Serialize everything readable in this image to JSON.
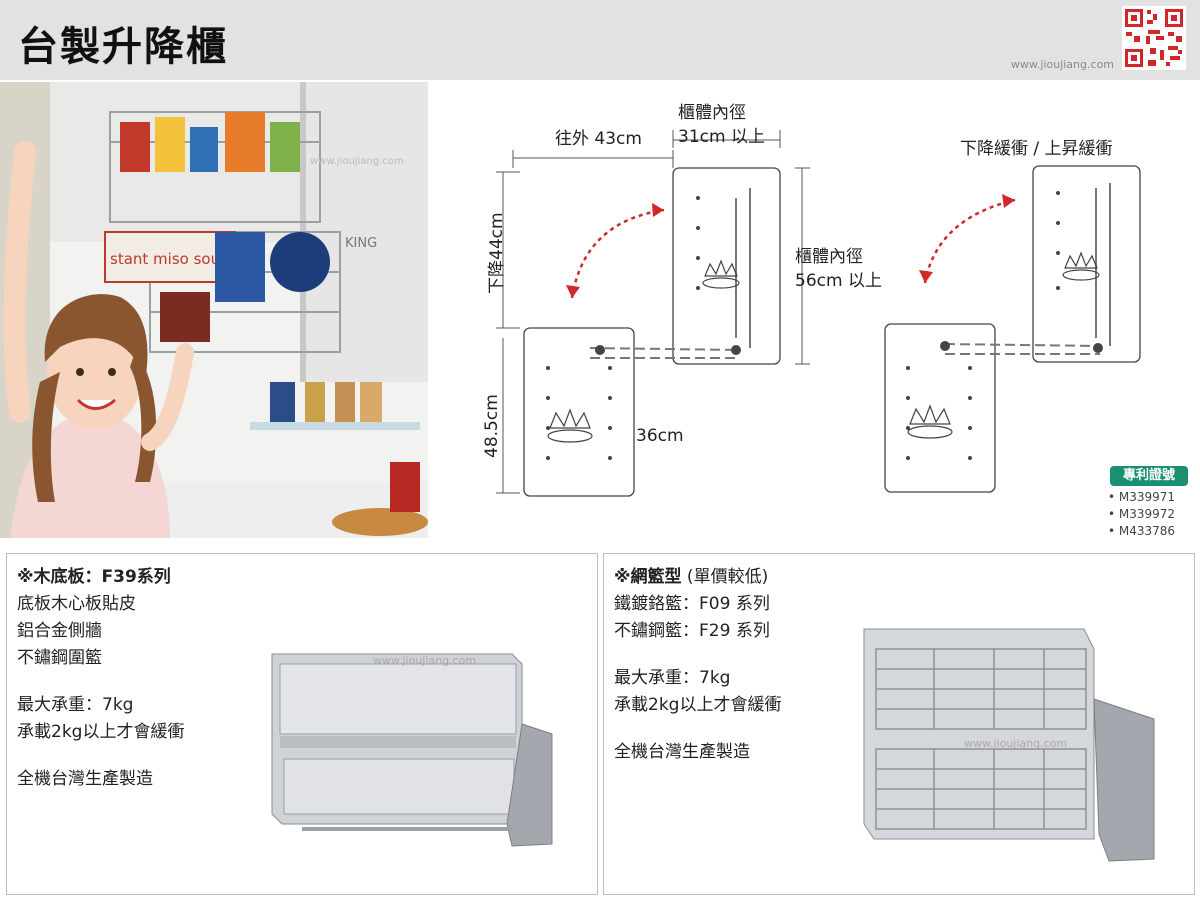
{
  "header": {
    "title": "台製升降櫃",
    "site_url": "www.jioujiang.com"
  },
  "photo": {
    "watermark": "www.jioujiang.com",
    "box_text_1": "stant miso soup",
    "brand": "KING"
  },
  "diagram": {
    "label_outward": "往外 43cm",
    "label_inner_diam_top_1": "櫃體內徑",
    "label_inner_diam_top_2": "31cm 以上",
    "label_inner_diam_mid_1": "櫃體內徑",
    "label_inner_diam_mid_2": "56cm 以上",
    "label_down": "下降44cm",
    "label_height": "48.5cm",
    "label_depth": "36cm",
    "label_buffer": "下降緩衝 / 上昇緩衝"
  },
  "patent": {
    "badge": "專利證號",
    "numbers": [
      "M339971",
      "M339972",
      "M433786"
    ]
  },
  "panel_left": {
    "heading": "※木底板：F39系列",
    "lines_a": [
      "底板木心板貼皮",
      "鋁合金側牆",
      "不鏽鋼圍籃"
    ],
    "lines_b": [
      "最大承重：7kg",
      "承載2kg以上才會緩衝"
    ],
    "lines_c": [
      "全機台灣生產製造"
    ],
    "watermark": "www.jioujiang.com"
  },
  "panel_right": {
    "heading_bold": "※網籃型",
    "heading_rest": " (單價較低)",
    "lines_a": [
      "鐵鍍鉻籃：F09 系列",
      "不鏽鋼籃：F29 系列"
    ],
    "lines_b": [
      "最大承重：7kg",
      "承載2kg以上才會緩衝"
    ],
    "lines_c": [
      "全機台灣生產製造"
    ],
    "watermark": "www.jioujiang.com"
  },
  "colors": {
    "header_bg": "#e2e2e2",
    "arrow_red": "#d0282a",
    "patent_green": "#1a8f72",
    "qr_red": "#d0282a"
  },
  "icons": [
    "qr-code-icon",
    "crown-logo-icon",
    "double-arrow-icon"
  ]
}
